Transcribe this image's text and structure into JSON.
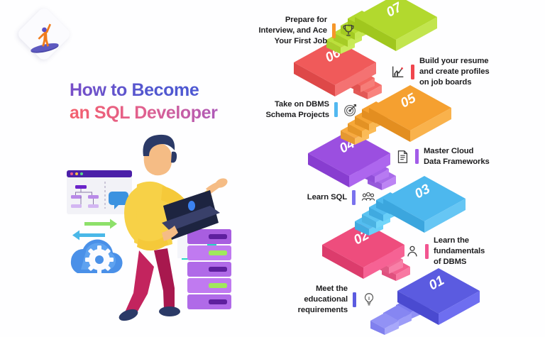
{
  "brand": {
    "logo_icon": "diamond-surfer-logo",
    "logo_person_color": "#f07c1e",
    "logo_board_color": "#4a47a8"
  },
  "title": {
    "line1": "How to Become",
    "line2": "an SQL Developer",
    "line1_gradient_from": "#7a4fc8",
    "line1_gradient_to": "#4a5ad6",
    "line2_gradient_from": "#f4606d",
    "line2_gradient_to": "#9a58c9"
  },
  "illustration": {
    "name": "sql-developer-illustration",
    "elements": [
      "standing-developer-pointing",
      "laptop",
      "browser-window-with-schema-diagram",
      "chat-bubble",
      "exchange-arrows",
      "cloud-with-gear",
      "server-stack",
      "folder"
    ],
    "colors": {
      "shirt": "#f7d147",
      "pants": "#c3245e",
      "hair": "#2b3a67",
      "skin": "#f5bc85",
      "shoes": "#2b3a67",
      "laptop": "#1d2440",
      "browser_header": "#4b1fa8",
      "server": "#b06ae8",
      "cloud": "#4a90e8",
      "arrow_green": "#8de06a",
      "arrow_blue": "#4ab8e8",
      "folder_teal": "#25d9c4"
    }
  },
  "roadmap": {
    "name": "how-to-become-sql-developer-roadmap",
    "steps": [
      {
        "number": "01",
        "side": "left",
        "block_color": "#5b5be0",
        "accent_color": "#5b5be0",
        "icon": "lightbulb-icon",
        "text": "Meet the\neducational\nrequirements"
      },
      {
        "number": "02",
        "side": "right",
        "block_color": "#ee4d7d",
        "accent_color": "#f25590",
        "icon": "person-icon",
        "text": "Learn the\nfundamentals\nof DBMS"
      },
      {
        "number": "03",
        "side": "left",
        "block_color": "#4db8ee",
        "accent_color": "#7a72ee",
        "icon": "people-group-icon",
        "text": "Learn SQL"
      },
      {
        "number": "04",
        "side": "right",
        "block_color": "#9b4fe0",
        "accent_color": "#a25ce8",
        "icon": "document-icon",
        "text": "Master Cloud\nData Frameworks"
      },
      {
        "number": "05",
        "side": "left",
        "block_color": "#f5a030",
        "accent_color": "#52b8f0",
        "icon": "target-dart-icon",
        "text": "Take on DBMS\nSchema Projects"
      },
      {
        "number": "06",
        "side": "right",
        "block_color": "#f05a5a",
        "accent_color": "#f0464e",
        "icon": "chart-growth-icon",
        "text": "Build your resume\nand create profiles\non job boards"
      },
      {
        "number": "07",
        "side": "left",
        "block_color": "#b2d92e",
        "accent_color": "#f5962a",
        "icon": "trophy-icon",
        "text": "Prepare for\nInterview, and Ace\nYour First Job"
      }
    ]
  }
}
